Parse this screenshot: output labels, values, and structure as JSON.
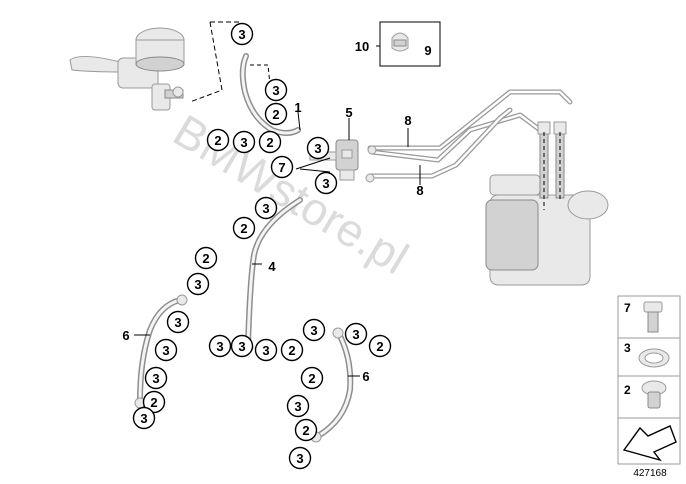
{
  "watermark": "BMWstore.pl",
  "reference_number": "427168",
  "callout_labels": {
    "c1": "1",
    "c2": "2",
    "c3": "3",
    "c4": "4",
    "c5": "5",
    "c6": "6",
    "c7": "7",
    "c8": "8",
    "c9": "9",
    "c10": "10"
  },
  "legend": {
    "item_7": "7",
    "item_3": "3",
    "item_2": "2"
  }
}
